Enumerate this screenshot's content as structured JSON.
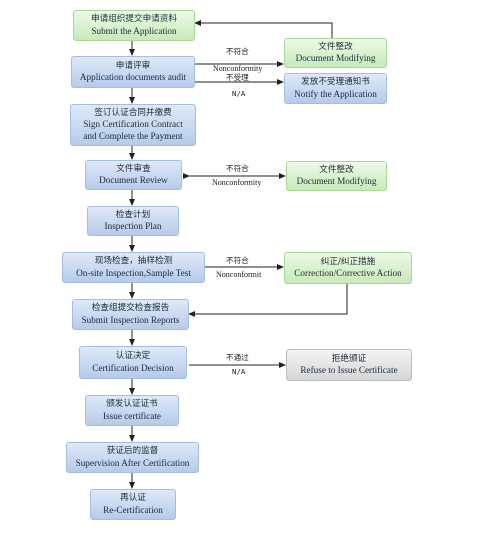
{
  "steps": {
    "submit": {
      "zh": "申请组织提交申请资料",
      "en": "Submit the Application"
    },
    "audit": {
      "zh": "申请评审",
      "en": "Application documents audit"
    },
    "contract": {
      "zh": "签订认证合同并缴费",
      "en1": "Sign Certification Contract",
      "en2": "and Complete the Payment"
    },
    "review": {
      "zh": "文件审查",
      "en": "Document Review"
    },
    "plan": {
      "zh": "检查计划",
      "en": "Inspection Plan"
    },
    "onsite": {
      "zh": "现场检查，抽样检测",
      "en": "On-site Inspection,Sample Test"
    },
    "report": {
      "zh": "检查组提交检查报告",
      "en": "Submit Inspection Reports"
    },
    "decision": {
      "zh": "认证决定",
      "en": "Certification Decision"
    },
    "issue": {
      "zh": "颁发认证证书",
      "en": "Issue certificate"
    },
    "supervision": {
      "zh": "获证后的监督",
      "en": "Supervision After Certification"
    },
    "recert": {
      "zh": "再认证",
      "en": "Re-Certification"
    }
  },
  "side": {
    "modify1": {
      "zh": "文件整改",
      "en": "Document Modifying"
    },
    "notify": {
      "zh": "发放不受理通知书",
      "en": "Notify the Application"
    },
    "modify2": {
      "zh": "文件整改",
      "en": "Document Modifying"
    },
    "correct": {
      "zh": "纠正/纠正措施",
      "en": "Correction/Corrective Action"
    },
    "refuse": {
      "zh": "拒绝颁证",
      "en": "Refuse to Issue Certificate"
    }
  },
  "labels": {
    "nonconf1_zh": "不符合",
    "nonconf1_en": "Nonconformity",
    "reject_zh": "不受理",
    "reject_en": "N/A",
    "nonconf2_zh": "不符合",
    "nonconf2_en": "Nonconformity",
    "nonconf3_zh": "不符合",
    "nonconf3_en": "Nonconformit",
    "fail_zh": "不通过",
    "fail_en": "N/A"
  }
}
